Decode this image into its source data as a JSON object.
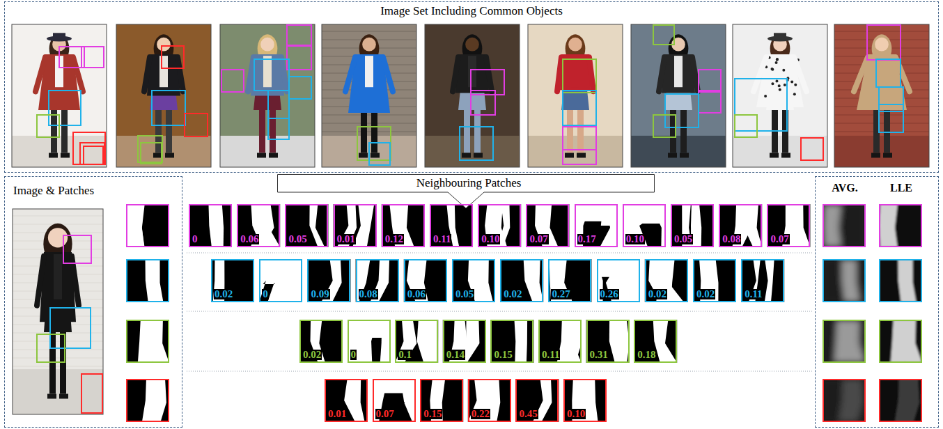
{
  "diagram": {
    "nodes": [
      {
        "text": [
          "Image Set Including Common Objects"
        ]
      },
      {
        "text": [
          "Neighbouring Patches"
        ]
      },
      {
        "text": [
          "Image & Patches"
        ]
      },
      {
        "text": [
          "0"
        ]
      },
      {
        "text": [
          "0.06"
        ]
      },
      {
        "text": [
          "0.05"
        ]
      },
      {
        "text": [
          "0.01"
        ]
      },
      {
        "text": [
          "0.12"
        ]
      },
      {
        "text": [
          "0.11"
        ]
      },
      {
        "text": [
          "0.10"
        ]
      },
      {
        "text": [
          "0.07"
        ]
      },
      {
        "text": [
          "0.17"
        ]
      },
      {
        "text": [
          "0.10"
        ]
      },
      {
        "text": [
          "0.05"
        ]
      },
      {
        "text": [
          "0.08"
        ]
      },
      {
        "text": [
          "0.07"
        ]
      },
      {
        "text": [
          "0.02"
        ]
      },
      {
        "text": [
          "0"
        ]
      },
      {
        "text": [
          "0.09"
        ]
      },
      {
        "text": [
          "0.08"
        ]
      },
      {
        "text": [
          "0.06"
        ]
      },
      {
        "text": [
          "0.05"
        ]
      },
      {
        "text": [
          "0.02"
        ]
      },
      {
        "text": [
          "0.27"
        ]
      },
      {
        "text": [
          "0.26"
        ]
      },
      {
        "text": [
          "0.02"
        ]
      },
      {
        "text": [
          "0.02"
        ]
      },
      {
        "text": [
          "0.11"
        ]
      },
      {
        "text": [
          "0.02"
        ]
      },
      {
        "text": [
          "0"
        ]
      },
      {
        "text": [
          "0.1"
        ]
      },
      {
        "text": [
          "0.14"
        ]
      },
      {
        "text": [
          "0.15"
        ]
      },
      {
        "text": [
          "0.11"
        ]
      },
      {
        "text": [
          "0.31"
        ]
      },
      {
        "text": [
          "0.18"
        ]
      },
      {
        "text": [
          "0.01"
        ]
      },
      {
        "text": [
          "0.07"
        ]
      },
      {
        "text": [
          "0.15"
        ]
      },
      {
        "text": [
          "0.22"
        ]
      },
      {
        "text": [
          "0.45"
        ]
      },
      {
        "text": [
          "0.10"
        ]
      },
      {
        "text": [
          "AVG.",
          "LLE"
        ]
      }
    ]
  }
}
